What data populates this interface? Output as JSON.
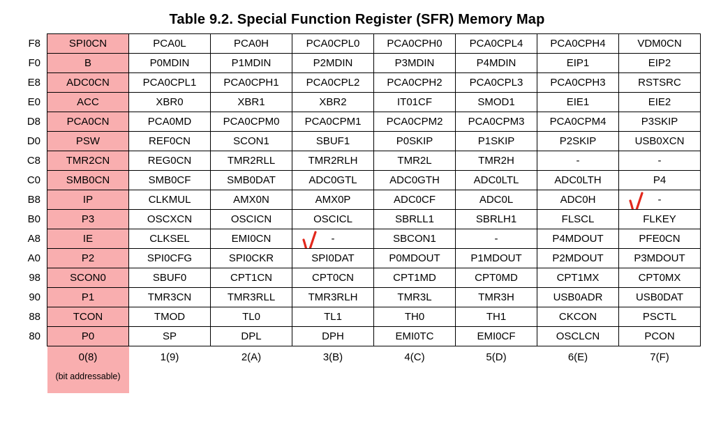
{
  "title": "Table 9.2. Special Function Register (SFR) Memory Map",
  "colors": {
    "bit_addressable_bg": "#F9AEAF",
    "checkmark": "#E2281C",
    "border": "#000000"
  },
  "table": {
    "row_labels": [
      "F8",
      "F0",
      "E8",
      "E0",
      "D8",
      "D0",
      "C8",
      "C0",
      "B8",
      "B0",
      "A8",
      "A0",
      "98",
      "90",
      "88",
      "80"
    ],
    "rows": [
      [
        "SPI0CN",
        "PCA0L",
        "PCA0H",
        "PCA0CPL0",
        "PCA0CPH0",
        "PCA0CPL4",
        "PCA0CPH4",
        "VDM0CN"
      ],
      [
        "B",
        "P0MDIN",
        "P1MDIN",
        "P2MDIN",
        "P3MDIN",
        "P4MDIN",
        "EIP1",
        "EIP2"
      ],
      [
        "ADC0CN",
        "PCA0CPL1",
        "PCA0CPH1",
        "PCA0CPL2",
        "PCA0CPH2",
        "PCA0CPL3",
        "PCA0CPH3",
        "RSTSRC"
      ],
      [
        "ACC",
        "XBR0",
        "XBR1",
        "XBR2",
        "IT01CF",
        "SMOD1",
        "EIE1",
        "EIE2"
      ],
      [
        "PCA0CN",
        "PCA0MD",
        "PCA0CPM0",
        "PCA0CPM1",
        "PCA0CPM2",
        "PCA0CPM3",
        "PCA0CPM4",
        "P3SKIP"
      ],
      [
        "PSW",
        "REF0CN",
        "SCON1",
        "SBUF1",
        "P0SKIP",
        "P1SKIP",
        "P2SKIP",
        "USB0XCN"
      ],
      [
        "TMR2CN",
        "REG0CN",
        "TMR2RLL",
        "TMR2RLH",
        "TMR2L",
        "TMR2H",
        "-",
        "-"
      ],
      [
        "SMB0CN",
        "SMB0CF",
        "SMB0DAT",
        "ADC0GTL",
        "ADC0GTH",
        "ADC0LTL",
        "ADC0LTH",
        "P4"
      ],
      [
        "IP",
        "CLKMUL",
        "AMX0N",
        "AMX0P",
        "ADC0CF",
        "ADC0L",
        "ADC0H",
        "-"
      ],
      [
        "P3",
        "OSCXCN",
        "OSCICN",
        "OSCICL",
        "SBRLL1",
        "SBRLH1",
        "FLSCL",
        "FLKEY"
      ],
      [
        "IE",
        "CLKSEL",
        "EMI0CN",
        "-",
        "SBCON1",
        "-",
        "P4MDOUT",
        "PFE0CN"
      ],
      [
        "P2",
        "SPI0CFG",
        "SPI0CKR",
        "SPI0DAT",
        "P0MDOUT",
        "P1MDOUT",
        "P2MDOUT",
        "P3MDOUT"
      ],
      [
        "SCON0",
        "SBUF0",
        "CPT1CN",
        "CPT0CN",
        "CPT1MD",
        "CPT0MD",
        "CPT1MX",
        "CPT0MX"
      ],
      [
        "P1",
        "TMR3CN",
        "TMR3RLL",
        "TMR3RLH",
        "TMR3L",
        "TMR3H",
        "USB0ADR",
        "USB0DAT"
      ],
      [
        "TCON",
        "TMOD",
        "TL0",
        "TL1",
        "TH0",
        "TH1",
        "CKCON",
        "PSCTL"
      ],
      [
        "P0",
        "SP",
        "DPL",
        "DPH",
        "EMI0TC",
        "EMI0CF",
        "OSCLCN",
        "PCON"
      ]
    ],
    "footer_labels": [
      "0(8)",
      "1(9)",
      "2(A)",
      "3(B)",
      "4(C)",
      "5(D)",
      "6(E)",
      "7(F)"
    ],
    "footer_note": "(bit addressable)",
    "checkmarks": [
      {
        "row_label": "B8",
        "row": 8,
        "col": 7
      },
      {
        "row_label": "A8",
        "row": 10,
        "col": 3
      }
    ]
  }
}
